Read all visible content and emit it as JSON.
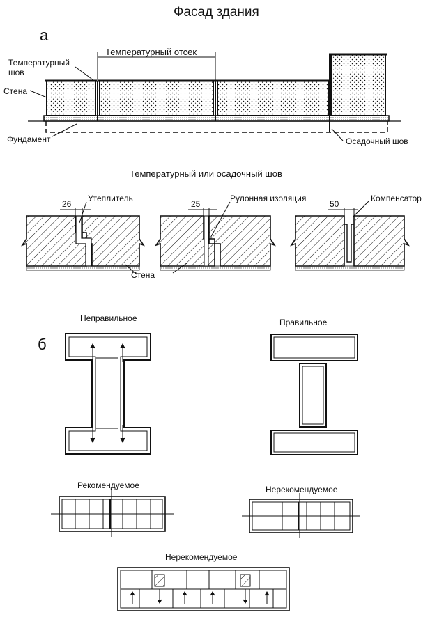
{
  "title": "Фасад здания",
  "section_a": {
    "letter": "а",
    "labels": {
      "temperature_compartment": "Температурный отсек",
      "temperature_joint": "Температурный\nшов",
      "wall": "Стена",
      "foundation": "Фундамент",
      "settlement_joint": "Осадочный шов"
    }
  },
  "joints": {
    "heading": "Температурный или осадочный шов",
    "details": [
      {
        "dimension": "26",
        "label": "Утеплитель"
      },
      {
        "dimension": "25",
        "label": "Рулонная изоляция"
      },
      {
        "dimension": "50",
        "label": "Компенсатор"
      }
    ],
    "wall_label": "Стена"
  },
  "section_b": {
    "letter": "б",
    "incorrect": "Неправильное",
    "correct": "Правильное",
    "recommended": "Рекомендуемое",
    "not_recommended_1": "Нерекомендуемое",
    "not_recommended_2": "Нерекомендуемое"
  },
  "colors": {
    "ink": "#111111",
    "background": "#ffffff"
  }
}
